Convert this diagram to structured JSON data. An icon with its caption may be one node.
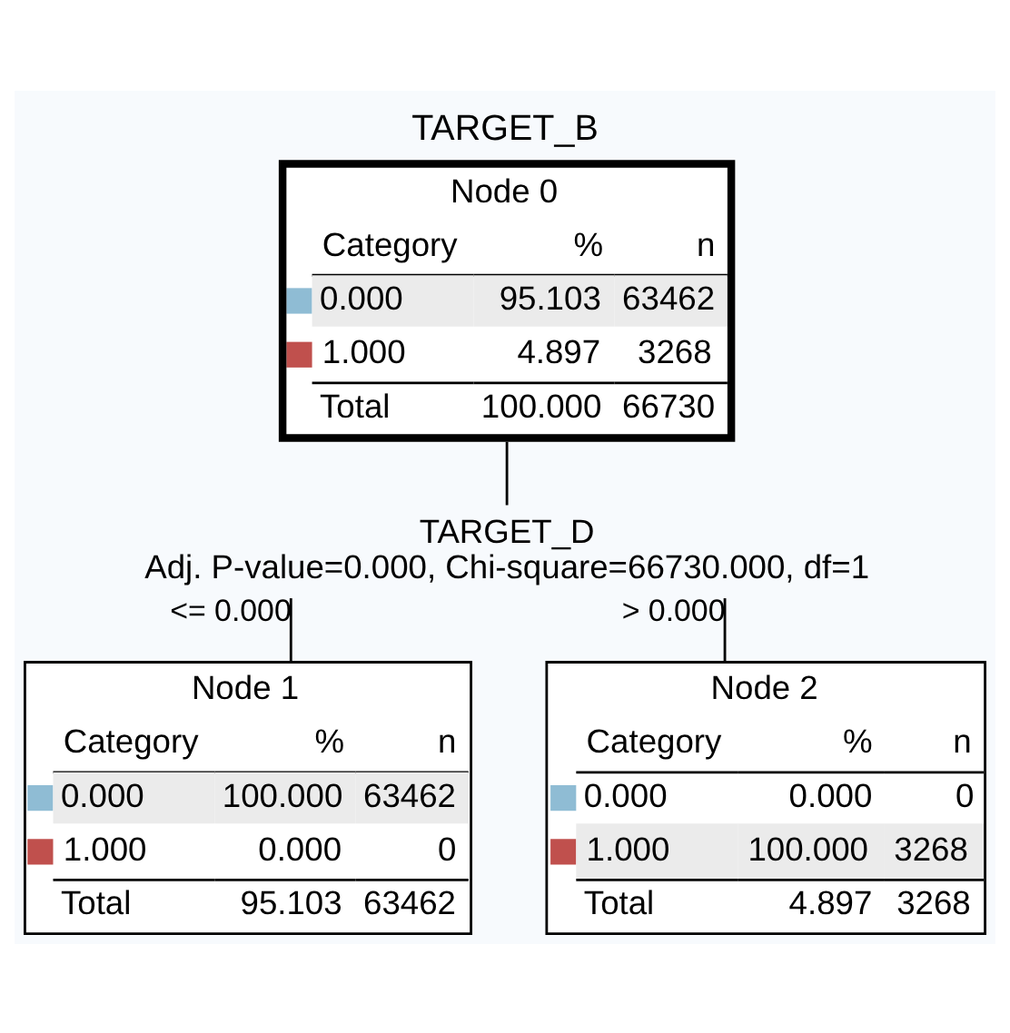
{
  "diagram": {
    "title": "TARGET_B",
    "nodes": [
      {
        "text": [
          "Node 0",
          "Category",
          "%",
          "n",
          "0.000",
          "95.103",
          "63462",
          "1.000",
          "4.897",
          "3268",
          "Total",
          "100.000",
          "66730"
        ]
      },
      {
        "text": [
          "TARGET_D",
          "Adj. P-value=0.000, Chi-square=66730.000, df=1"
        ]
      },
      {
        "text": [
          "Node 1",
          "Category",
          "%",
          "n",
          "0.000",
          "100.000",
          "63462",
          "1.000",
          "0.000",
          "0",
          "Total",
          "95.103",
          "63462"
        ]
      },
      {
        "text": [
          "Node 2",
          "Category",
          "%",
          "n",
          "0.000",
          "0.000",
          "0",
          "1.000",
          "100.000",
          "3268",
          "Total",
          "4.897",
          "3268"
        ]
      }
    ],
    "edges": [
      {
        "from": 0,
        "to": 1,
        "arrow": "none"
      },
      {
        "from": 1,
        "to": 2,
        "arrow": "none",
        "label": "<= 0.000"
      },
      {
        "from": 1,
        "to": 3,
        "arrow": "none",
        "label": "> 0.000"
      }
    ]
  }
}
